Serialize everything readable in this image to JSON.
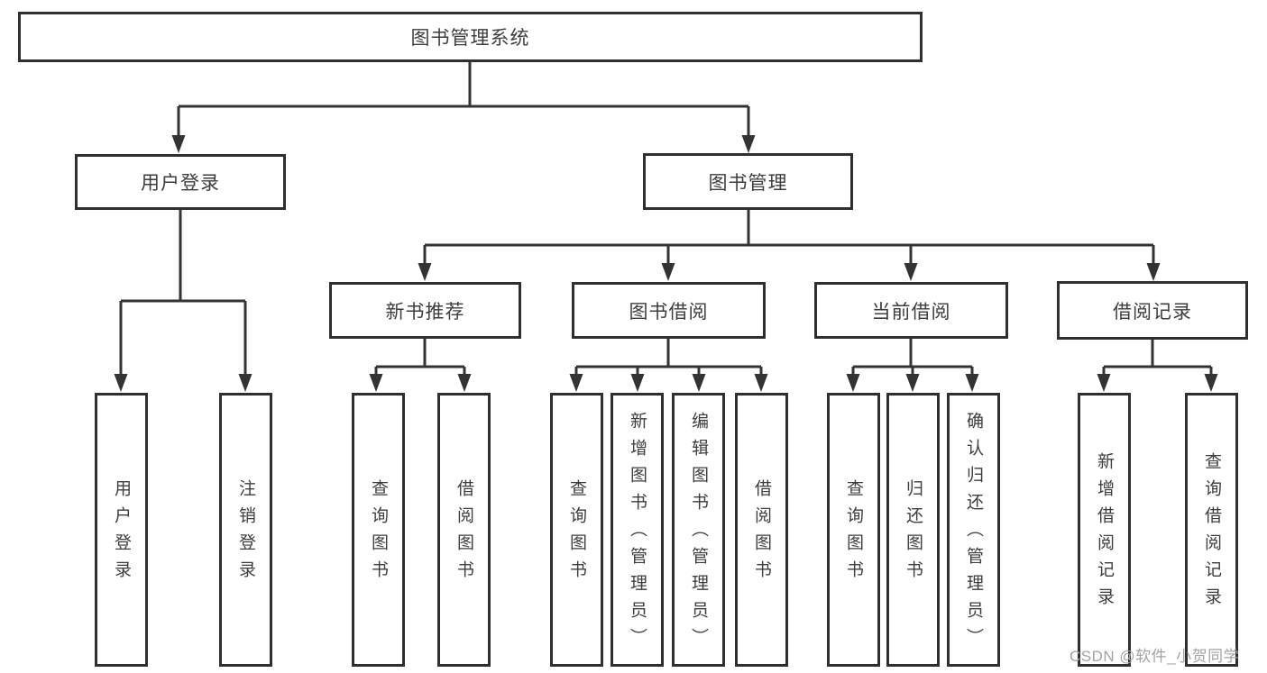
{
  "nodes": {
    "root": "图书管理系统",
    "userLogin": "用户登录",
    "bookMgmt": "图书管理",
    "newBook": "新书推荐",
    "bookBorrow": "图书借阅",
    "currentBorrow": "当前借阅",
    "borrowRecord": "借阅记录",
    "leafUserLogin": "用户登录",
    "leafLogout": "注销登录",
    "leafSearchNb": "查询图书",
    "leafBorrowNb": "借阅图书",
    "leafSearchBb": "查询图书",
    "leafAddBook": "新增图书（管理员）",
    "leafEditBook": "编辑图书（管理员）",
    "leafBorrowBb": "借阅图书",
    "leafSearchCb": "查询图书",
    "leafReturnBook": "归还图书",
    "leafConfirmReturn": "确认归还（管理员）",
    "leafAddRecord": "新增借阅记录",
    "leafSearchRecord": "查询借阅记录"
  },
  "watermark": "CSDN @软件_小贺同学",
  "colors": {
    "line": "#333333",
    "border": "#2f2f2f",
    "text": "#3d3d3d",
    "watermark": "#a3a3a3",
    "background": "#ffffff"
  }
}
